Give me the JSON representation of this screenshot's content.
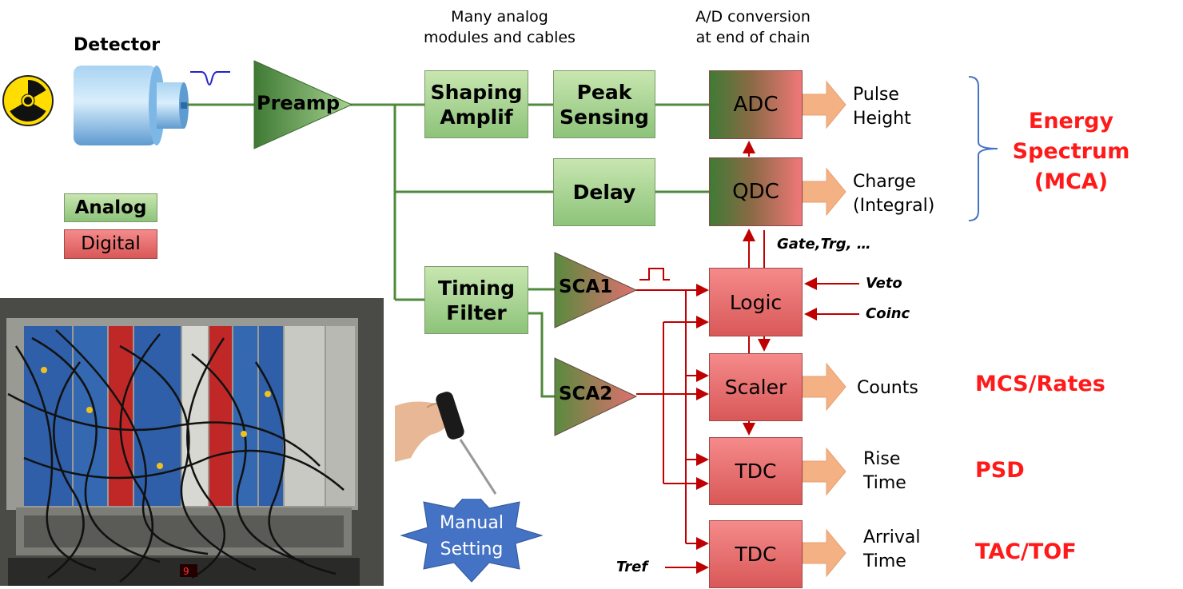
{
  "top_notes": {
    "analog_modules": [
      "Many analog",
      "modules and cables"
    ],
    "ad_conversion": [
      "A/D conversion",
      "at end of chain"
    ]
  },
  "detector": {
    "label": "Detector",
    "icon": "radiation-hazard-icon"
  },
  "legend": {
    "analog": "Analog",
    "digital": "Digital"
  },
  "amplifiers": {
    "preamp": "Preamp",
    "sca1": "SCA1",
    "sca2": "SCA2"
  },
  "modules": {
    "shaping": [
      "Shaping",
      "Amplif"
    ],
    "peak": [
      "Peak",
      "Sensing"
    ],
    "delay": "Delay",
    "timing": [
      "Timing",
      "Filter"
    ],
    "adc": "ADC",
    "qdc": "QDC",
    "logic": "Logic",
    "scaler": "Scaler",
    "tdc1": "TDC",
    "tdc2": "TDC"
  },
  "signals": {
    "gate": "Gate,Trg, …",
    "veto": "Veto",
    "coinc": "Coinc",
    "tref": "Tref"
  },
  "outputs": {
    "pulse_height": [
      "Pulse",
      "Height"
    ],
    "charge": [
      "Charge",
      "(Integral)"
    ],
    "counts": "Counts",
    "rise_time": [
      "Rise",
      "Time"
    ],
    "arrival_time": [
      "Arrival",
      "Time"
    ]
  },
  "applications": {
    "energy": [
      "Energy",
      "Spectrum",
      "(MCA)"
    ],
    "mcs": "MCS/Rates",
    "psd": "PSD",
    "tac": "TAC/TOF"
  },
  "manual_setting": [
    "Manual",
    "Setting"
  ],
  "colors": {
    "analog_line": "#4f8a3c",
    "digital_line": "#c00000",
    "application_text": "#ff1a1a",
    "arrow_fill": "#f4b183",
    "badge_fill": "#4472c4"
  }
}
